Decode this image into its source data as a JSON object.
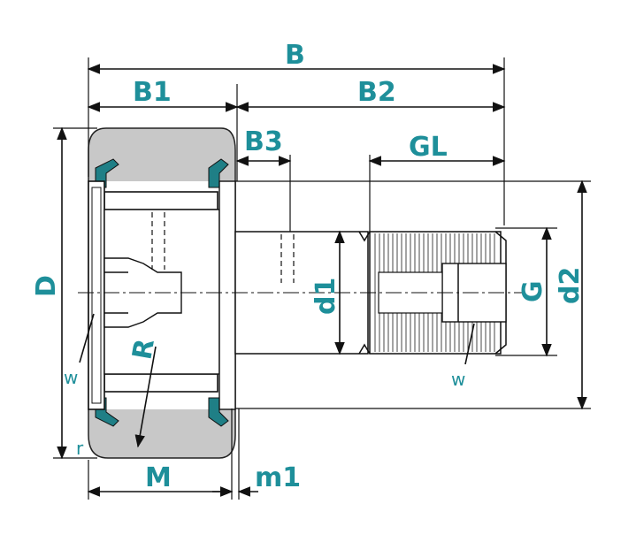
{
  "labels": {
    "B": "B",
    "B1": "B1",
    "B2": "B2",
    "B3": "B3",
    "GL": "GL",
    "D": "D",
    "d1": "d1",
    "G": "G",
    "d2": "d2",
    "M": "M",
    "m1": "m1",
    "R": "R",
    "r": "r",
    "w_left": "w",
    "w_right": "w"
  },
  "colors": {
    "label": "#1e8f9a",
    "seal": "#1f7f86",
    "roller_fill": "#c8c8c8",
    "line": "#111111"
  }
}
